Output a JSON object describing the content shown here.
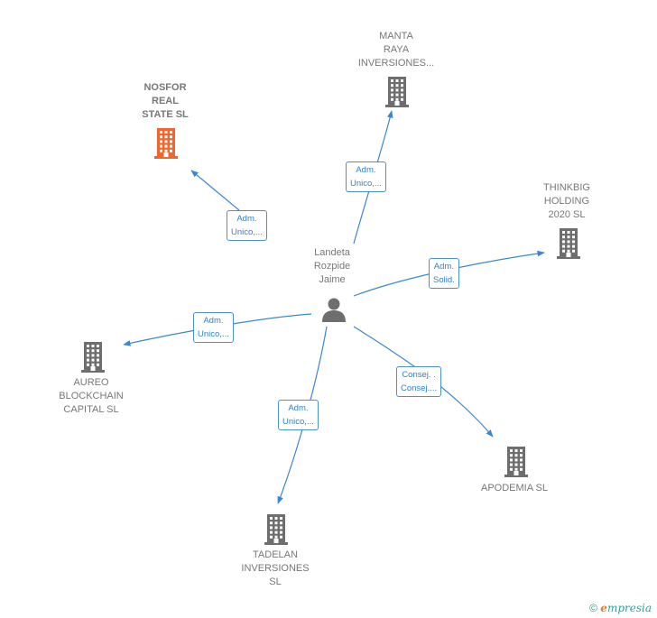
{
  "colors": {
    "edge": "#3a86d6",
    "building_default": "#6e6e6e",
    "building_highlight": "#f0662e",
    "person": "#6e6e6e"
  },
  "center": {
    "label": "Landeta\nRozpide\nJaime",
    "icon": "person-icon"
  },
  "companies": [
    {
      "id": "nosfor",
      "label": "NOSFOR\nREAL\nSTATE  SL",
      "highlight": true,
      "icon": "building-icon"
    },
    {
      "id": "manta",
      "label": "MANTA\nRAYA\nINVERSIONES...",
      "highlight": false,
      "icon": "building-icon"
    },
    {
      "id": "thinkbig",
      "label": "THINKBIG\nHOLDING\n2020  SL",
      "highlight": false,
      "icon": "building-icon"
    },
    {
      "id": "aureo",
      "label": "AUREO\nBLOCKCHAIN\nCAPITAL  SL",
      "highlight": false,
      "icon": "building-icon"
    },
    {
      "id": "apodemia",
      "label": "APODEMIA SL",
      "highlight": false,
      "icon": "building-icon"
    },
    {
      "id": "tadelan",
      "label": "TADELAN\nINVERSIONES\nSL",
      "highlight": false,
      "icon": "building-icon"
    }
  ],
  "relations": [
    {
      "target": "nosfor",
      "label": "Adm.\nUnico,..."
    },
    {
      "target": "manta",
      "label": "Adm.\nUnico,..."
    },
    {
      "target": "thinkbig",
      "label": "Adm.\nSolid."
    },
    {
      "target": "aureo",
      "label": "Adm.\nUnico,..."
    },
    {
      "target": "apodemia",
      "label": "Consej. .\nConsej...."
    },
    {
      "target": "tadelan",
      "label": "Adm.\nUnico,..."
    }
  ],
  "footer": {
    "copyright": "©",
    "brand_initial": "e",
    "brand_rest": "mpresia"
  }
}
